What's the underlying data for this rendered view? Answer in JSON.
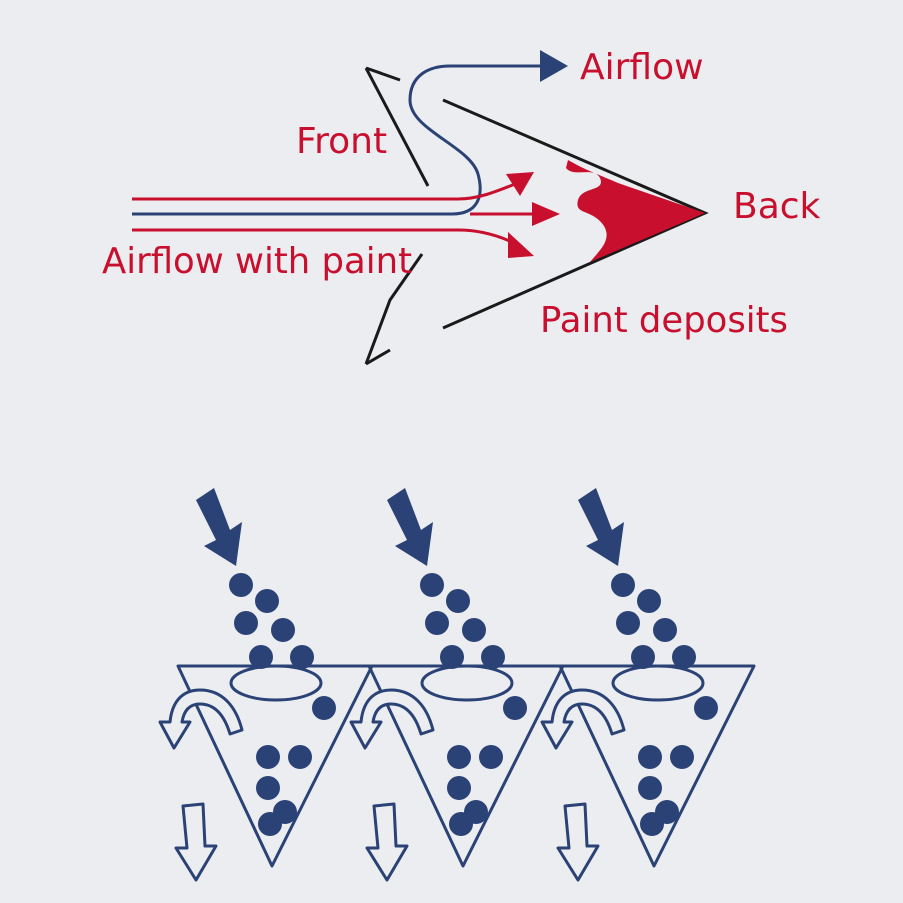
{
  "labels": {
    "airflow": "Airflow",
    "front": "Front",
    "back": "Back",
    "airflow_with_paint": "Airflow with paint",
    "paint_deposits": "Paint deposits"
  },
  "colors": {
    "background": "#ecedf0",
    "navy": "#2b4276",
    "red": "#c8102e",
    "outline": "#1a1a1a"
  },
  "filter_cells": 3
}
